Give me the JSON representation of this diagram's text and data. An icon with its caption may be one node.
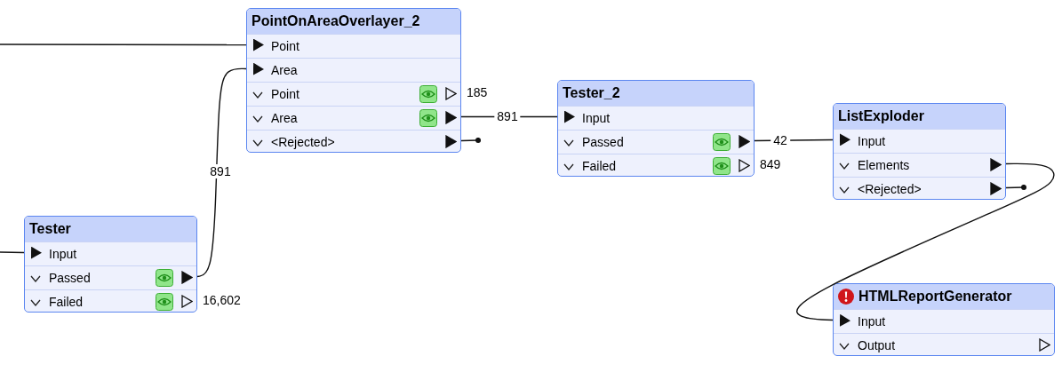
{
  "diagram": {
    "nodes": [
      {
        "text": [
          "PointOnAreaOverlayer_2"
        ]
      },
      {
        "text": [
          "Point"
        ],
        "in": 0
      },
      {
        "text": [
          "Area"
        ],
        "in": 0
      },
      {
        "text": [
          "Point"
        ],
        "in": 0,
        "beside": [
          "185"
        ]
      },
      {
        "text": [
          "Area"
        ],
        "in": 0
      },
      {
        "text": [
          "<Rejected>"
        ],
        "in": 0
      },
      {
        "text": [
          "Tester_2"
        ]
      },
      {
        "text": [
          "Input"
        ],
        "in": 6
      },
      {
        "text": [
          "Passed"
        ],
        "in": 6
      },
      {
        "text": [
          "Failed"
        ],
        "in": 6,
        "beside": [
          "849"
        ]
      },
      {
        "text": [
          "ListExploder"
        ]
      },
      {
        "text": [
          "Input"
        ],
        "in": 10
      },
      {
        "text": [
          "Elements"
        ],
        "in": 10
      },
      {
        "text": [
          "<Rejected>"
        ],
        "in": 10
      },
      {
        "text": [
          "Tester"
        ]
      },
      {
        "text": [
          "Input"
        ],
        "in": 14
      },
      {
        "text": [
          "Passed"
        ],
        "in": 14
      },
      {
        "text": [
          "Failed"
        ],
        "in": 14,
        "beside": [
          "16,602"
        ]
      },
      {
        "text": [
          "HTMLReportGenerator"
        ]
      },
      {
        "text": [
          "Input"
        ],
        "in": 18
      },
      {
        "text": [
          "Output"
        ],
        "in": 18
      }
    ],
    "edges": [
      {
        "from": null,
        "to": 1,
        "arrow": "to"
      },
      {
        "from": 16,
        "to": 2,
        "arrow": "to",
        "label": "891"
      },
      {
        "from": 4,
        "to": 7,
        "arrow": "to",
        "label": "891"
      },
      {
        "from": 5,
        "to": null,
        "arrow": "other"
      },
      {
        "from": 8,
        "to": 11,
        "arrow": "to",
        "label": "42"
      },
      {
        "from": 12,
        "to": 19,
        "arrow": "to"
      },
      {
        "from": 13,
        "to": null,
        "arrow": "other"
      },
      {
        "from": null,
        "to": 15,
        "arrow": "to"
      }
    ]
  }
}
